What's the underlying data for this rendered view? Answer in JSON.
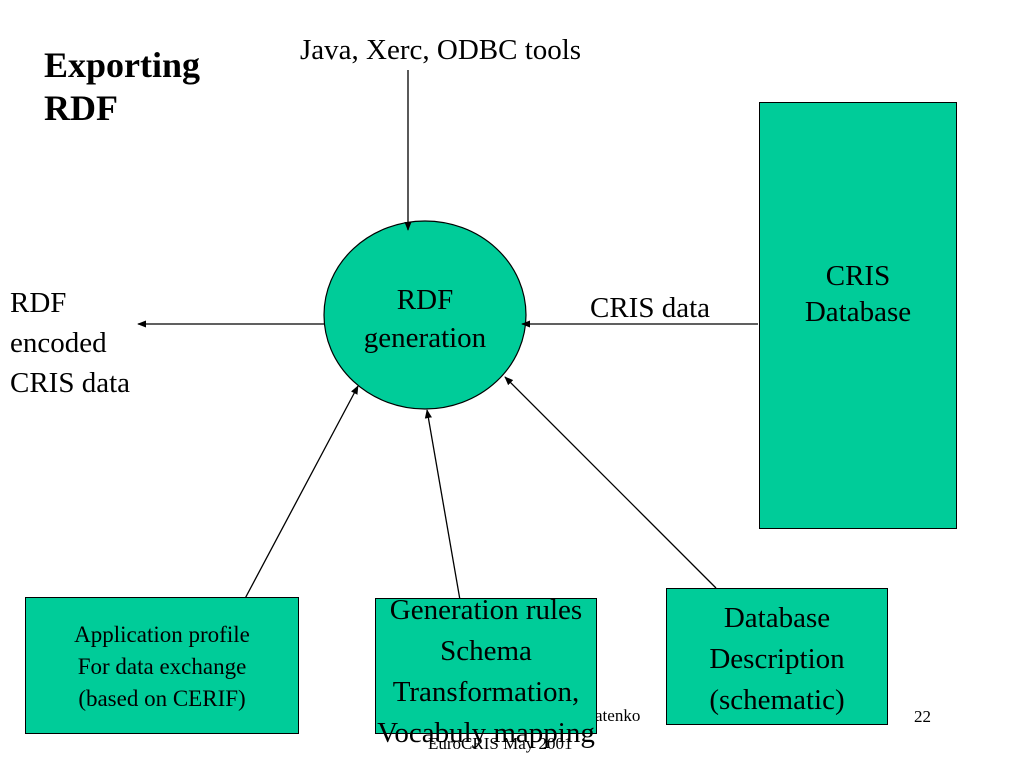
{
  "slide": {
    "title_lines": [
      "Exporting",
      "RDF"
    ],
    "tools_label": "Java, Xerc, ODBC tools",
    "output_label_lines": [
      "RDF",
      "encoded",
      "CRIS data"
    ],
    "input_label": "CRIS data",
    "process_lines": [
      "RDF",
      "generation"
    ],
    "database_lines": [
      "CRIS",
      "Database"
    ],
    "inputs": {
      "application_profile_lines": [
        "Application profile",
        "For data exchange",
        "(based on CERIF)"
      ],
      "rules_lines": [
        "Generation rules",
        "Schema",
        "Transformation,",
        "Vocabuly mapping"
      ],
      "description_lines": [
        "Database",
        "Description",
        "(schematic)"
      ]
    },
    "footer": {
      "author_fragment": "atenko",
      "event": "EuroCRIS May 2001",
      "page_number": "22"
    },
    "colors": {
      "box_fill": "#00cc99",
      "stroke": "#000000"
    }
  }
}
